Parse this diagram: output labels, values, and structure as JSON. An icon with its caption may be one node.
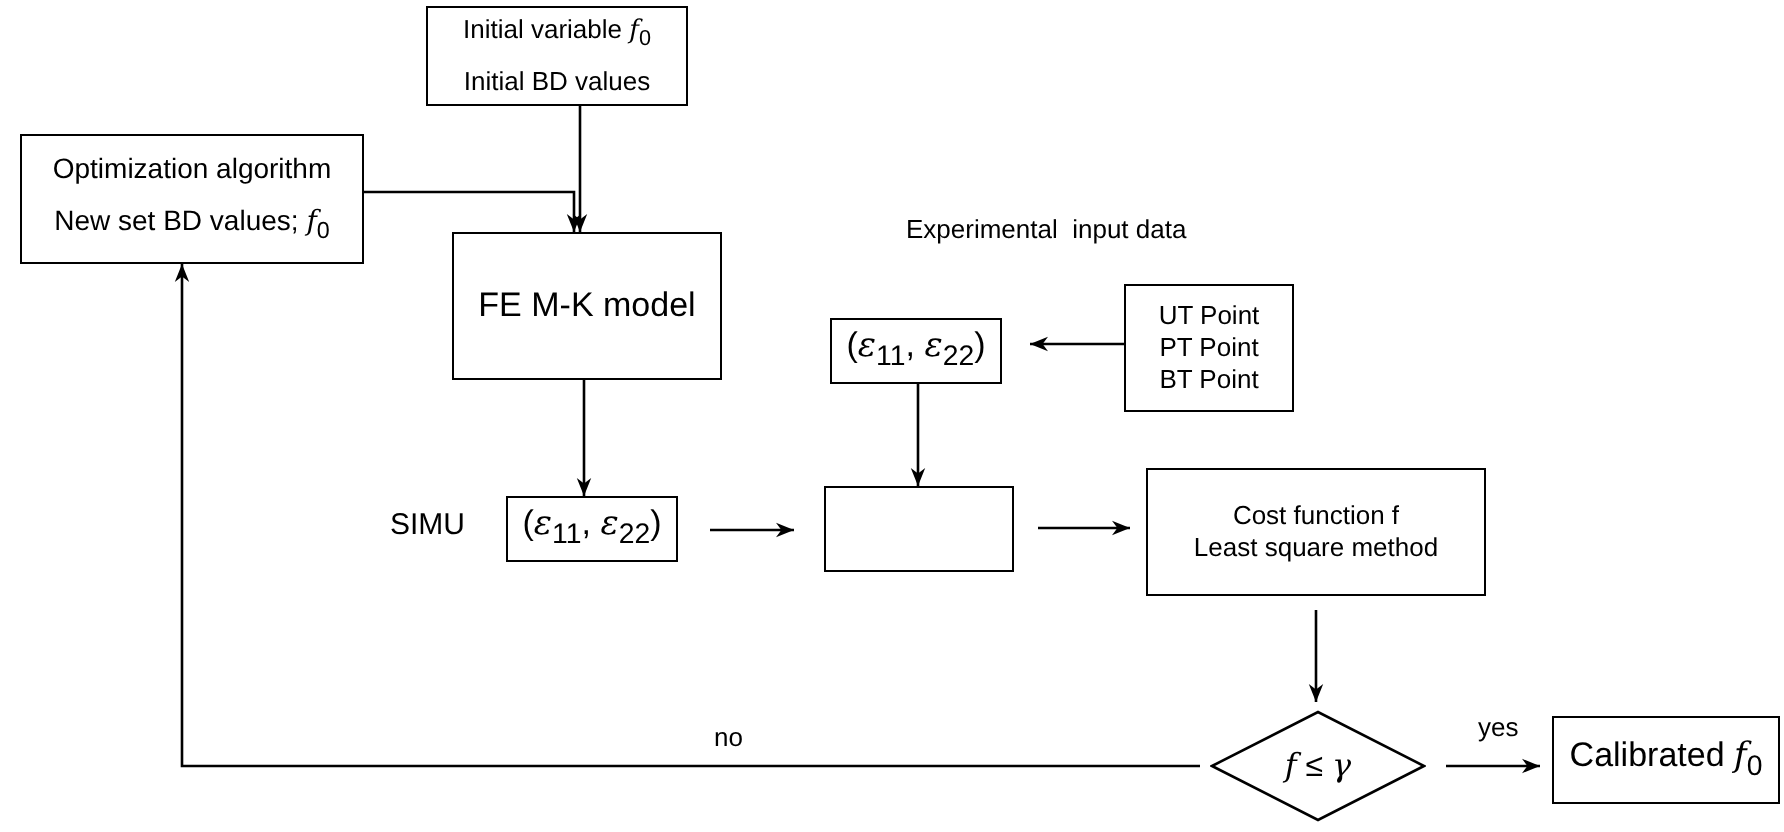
{
  "diagram": {
    "nodes": [
      {
        "text": [
          "Initial variable *f*$_{0}$",
          "Initial BD values"
        ]
      },
      {
        "text": [
          "Optimization algorithm",
          "New set BD values; *f*$_{0}$"
        ]
      },
      {
        "text": [
          "FE M-K model"
        ]
      },
      {
        "text": [
          "(*ε*$_{11}$, *ε*$_{22}$)"
        ]
      },
      {
        "text": [
          "UT Point",
          "PT Point",
          "BT Point"
        ]
      },
      {
        "text": [
          "(*ε*$_{11}$, *ε*$_{22}$)"
        ],
        "beside": [
          "SIMU"
        ]
      },
      {
        "text": [],
        "shape": "box"
      },
      {
        "text": [
          "Cost function f",
          "Least square method"
        ]
      },
      {
        "text": [
          "*f* ≤ *γ*"
        ]
      },
      {
        "text": [
          "Calibrated *f*$_{0}$"
        ]
      }
    ],
    "edges": [
      {
        "from": 0,
        "to": 2,
        "arrow": "to"
      },
      {
        "from": 1,
        "to": 2,
        "arrow": "to"
      },
      {
        "from": 2,
        "to": 5,
        "arrow": "to"
      },
      {
        "from": 4,
        "to": 3,
        "arrow": "to"
      },
      {
        "from": 3,
        "to": 6,
        "arrow": "to"
      },
      {
        "from": 5,
        "to": 6,
        "arrow": "to"
      },
      {
        "from": 6,
        "to": 7,
        "arrow": "to"
      },
      {
        "from": 7,
        "to": 8,
        "arrow": "to"
      },
      {
        "from": 8,
        "to": 9,
        "label": "yes",
        "arrow": "to"
      },
      {
        "from": 8,
        "to": 1,
        "label": "no",
        "arrow": "to"
      }
    ],
    "labels": [
      "Experimental  input data"
    ]
  }
}
